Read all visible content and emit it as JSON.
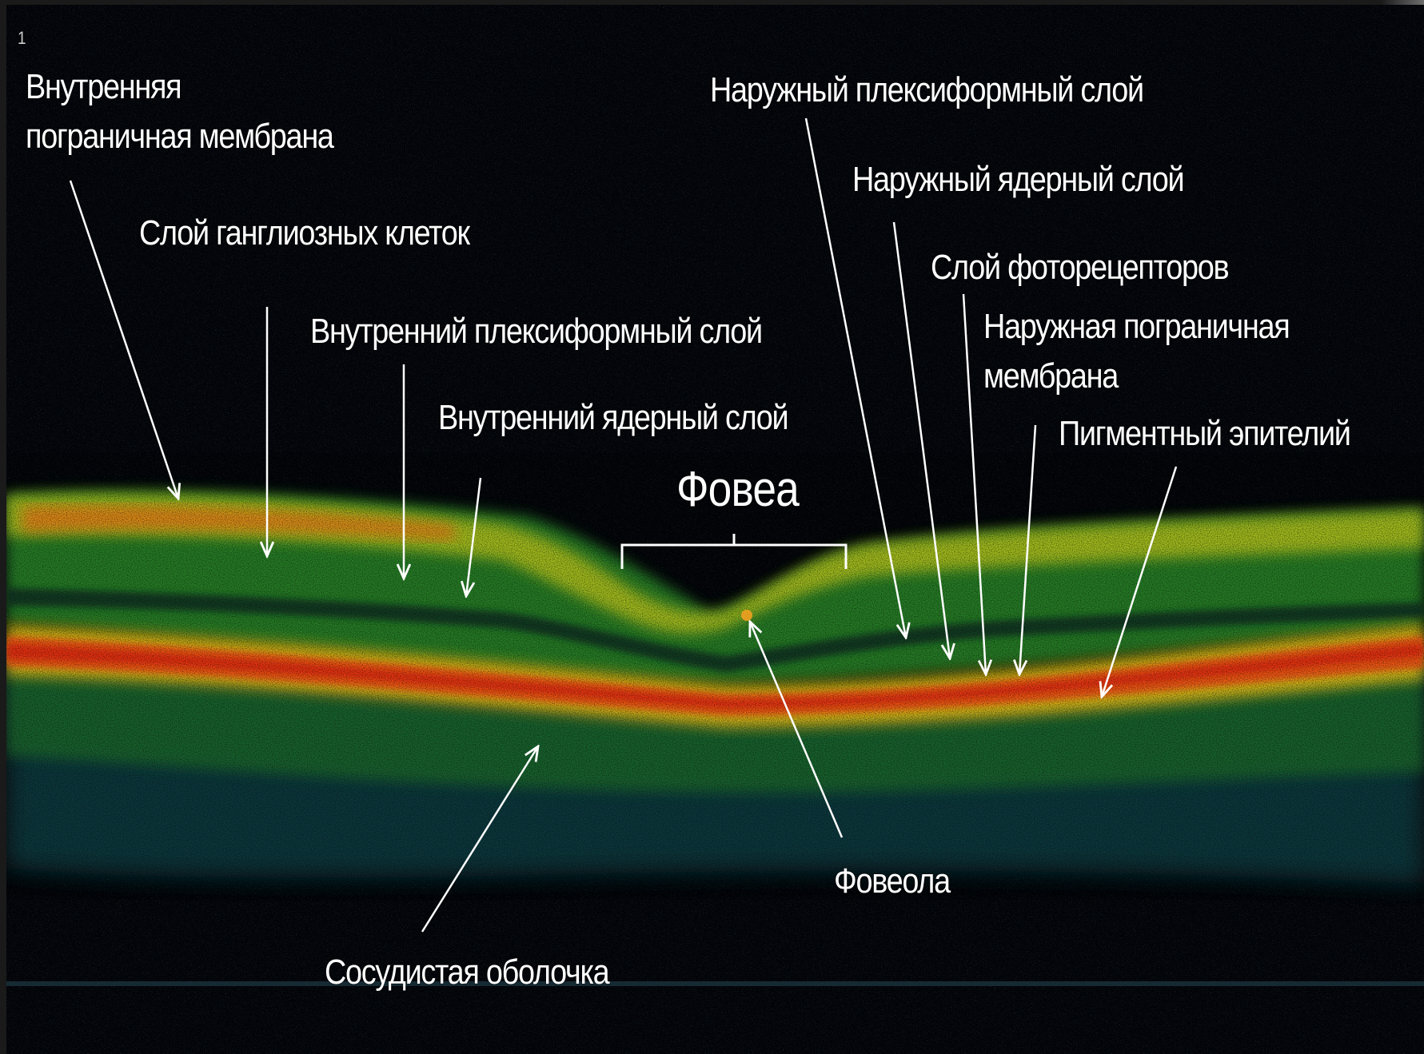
{
  "figure": {
    "index": "1",
    "labels": {
      "ilm": "Внутренняя\nпограничная мембрана",
      "ganglion": "Слой ганглиозных клеток",
      "ipl": "Внутренний плексиформный слой",
      "inl": "Внутренний ядерный слой",
      "fovea": "Фовеа",
      "opl": "Наружный плексиформный слой",
      "onl": "Наружный ядерный слой",
      "photoreceptors": "Слой фоторецепторов",
      "elm": "Наружная пограничная\nмембрана",
      "rpe": "Пигментный эпителий",
      "foveola": "Фовеола",
      "choroid": "Сосудистая оболочка"
    },
    "colors": {
      "background": "#020308",
      "retina_green": "#2f9a2a",
      "retina_yellow": "#d8d21a",
      "rpe_orange": "#f05a12",
      "rpe_red": "#e01a0a",
      "deep_teal": "#0e3b45",
      "annotation": "#ffffff"
    }
  }
}
